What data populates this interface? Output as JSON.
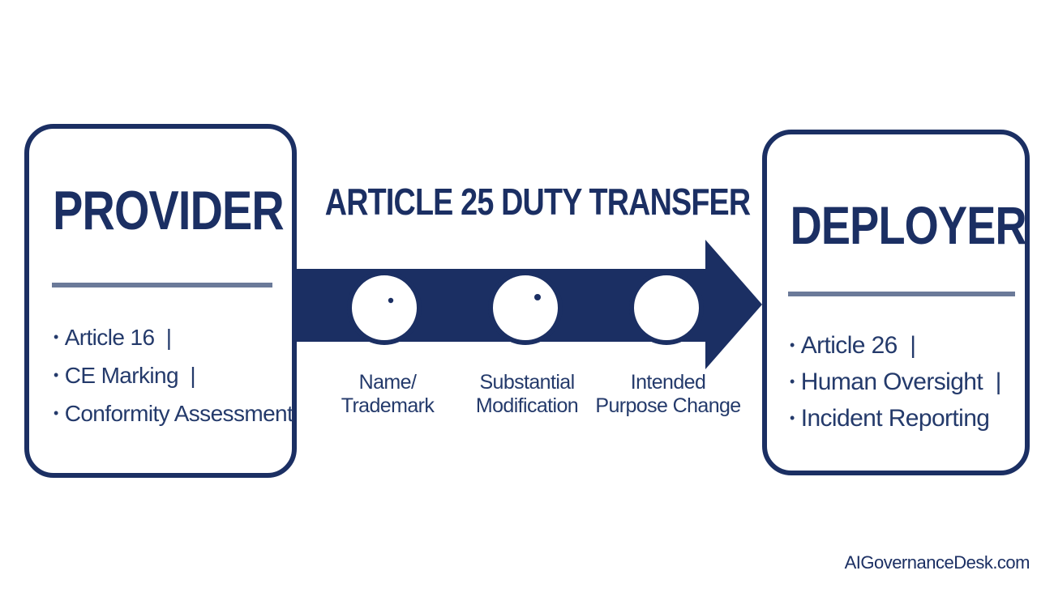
{
  "colors": {
    "primary": "#1b2f63",
    "divider": "#6b7a99",
    "background": "#ffffff"
  },
  "title": "ARTICLE 25 DUTY TRANSFER",
  "provider": {
    "title": "PROVIDER",
    "items": [
      {
        "text": "Article 16",
        "separator": "|"
      },
      {
        "text": "CE Marking",
        "separator": "|"
      },
      {
        "text": "Conformity Assessment",
        "separator": ""
      }
    ]
  },
  "deployer": {
    "title": "DEPLOYER",
    "items": [
      {
        "text": "Article 26",
        "separator": "|"
      },
      {
        "text": "Human Oversight",
        "separator": "|"
      },
      {
        "text": "Incident Reporting",
        "separator": ""
      }
    ]
  },
  "steps": [
    {
      "icon": "tag-icon",
      "line1": "Name/",
      "line2": "Trademark"
    },
    {
      "icon": "wrench-gear-icon",
      "line1": "Substantial",
      "line2": "Modification"
    },
    {
      "icon": "target-icon",
      "line1": "Intended",
      "line2": "Purpose Change"
    }
  ],
  "bullet_glyph": "•",
  "credit": "AIGovernanceDesk.com"
}
